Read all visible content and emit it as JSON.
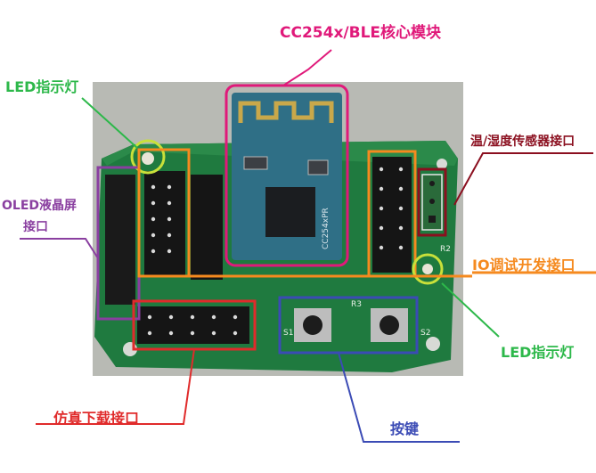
{
  "labels": {
    "module": "CC254x/BLE核心模块",
    "led_top_left": "LED指示灯",
    "oled_line1": "OLED液晶屏",
    "oled_line2": "接口",
    "sensor": "温/湿度传感器接口",
    "io": "IO调试开发接口",
    "led_bottom_right": "LED指示灯",
    "debug": "仿真下载接口",
    "keys": "按键"
  },
  "silkscreen": {
    "chip_marking": "CC254xPR",
    "r2": "R2",
    "r3": "R3",
    "s1": "S1",
    "s2": "S2"
  },
  "colors": {
    "module": "#e0197a",
    "led": "#2db84a",
    "oled": "#8a3fa0",
    "sensor": "#8b0f1f",
    "io": "#f58a1f",
    "debug": "#e02b2b",
    "keys": "#3b4bb5",
    "pcb": "#1f7a3f",
    "module_board": "#2f6f86",
    "antenna": "#c9a84a"
  }
}
